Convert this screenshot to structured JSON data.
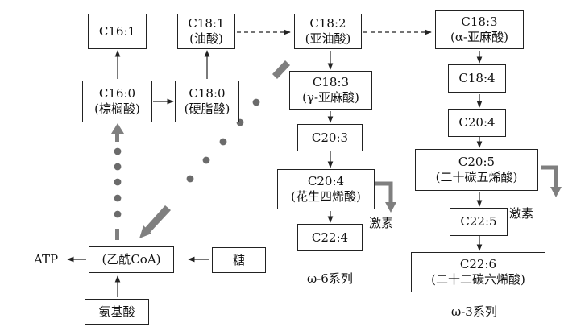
{
  "nodes": {
    "c16_1": {
      "line1": "C16:1"
    },
    "c18_1": {
      "line1": "C18:1",
      "line2": "(油酸)"
    },
    "c18_2": {
      "line1": "C18:2",
      "line2": "(亚油酸)"
    },
    "c18_3a": {
      "line1": "C18:3",
      "line2": "(α-亚麻酸)"
    },
    "c16_0": {
      "line1": "C16:0",
      "line2": "(棕榈酸)"
    },
    "c18_0": {
      "line1": "C18:0",
      "line2": "(硬脂酸)"
    },
    "c18_3g": {
      "line1": "C18:3",
      "line2": "(γ-亚麻酸)"
    },
    "c20_3": {
      "line1": "C20:3"
    },
    "c20_4": {
      "line1": "C20:4",
      "line2": "(花生四烯酸)"
    },
    "c22_4": {
      "line1": "C22:4"
    },
    "c18_4": {
      "line1": "C18:4"
    },
    "c20_4b": {
      "line1": "C20:4"
    },
    "c20_5": {
      "line1": "C20:5",
      "line2": "(二十碳五烯酸)"
    },
    "c22_5": {
      "line1": "C22:5"
    },
    "c22_6": {
      "line1": "C22:6",
      "line2": "(二十二碳六烯酸)"
    },
    "acetyl_coa": {
      "line1": "(乙酰CoA)"
    },
    "sugar": {
      "line1": "糖"
    },
    "amino_acid": {
      "line1": "氨基酸"
    }
  },
  "labels": {
    "atp": "ATP",
    "hormone_omega6": "激素",
    "hormone_omega3": "激素",
    "omega6_series": "ω-6系列",
    "omega3_series": "ω-3系列"
  },
  "colors": {
    "line": "#222222",
    "grey_arrow": "#7f7f7f",
    "dot": "#6b6b6b"
  }
}
